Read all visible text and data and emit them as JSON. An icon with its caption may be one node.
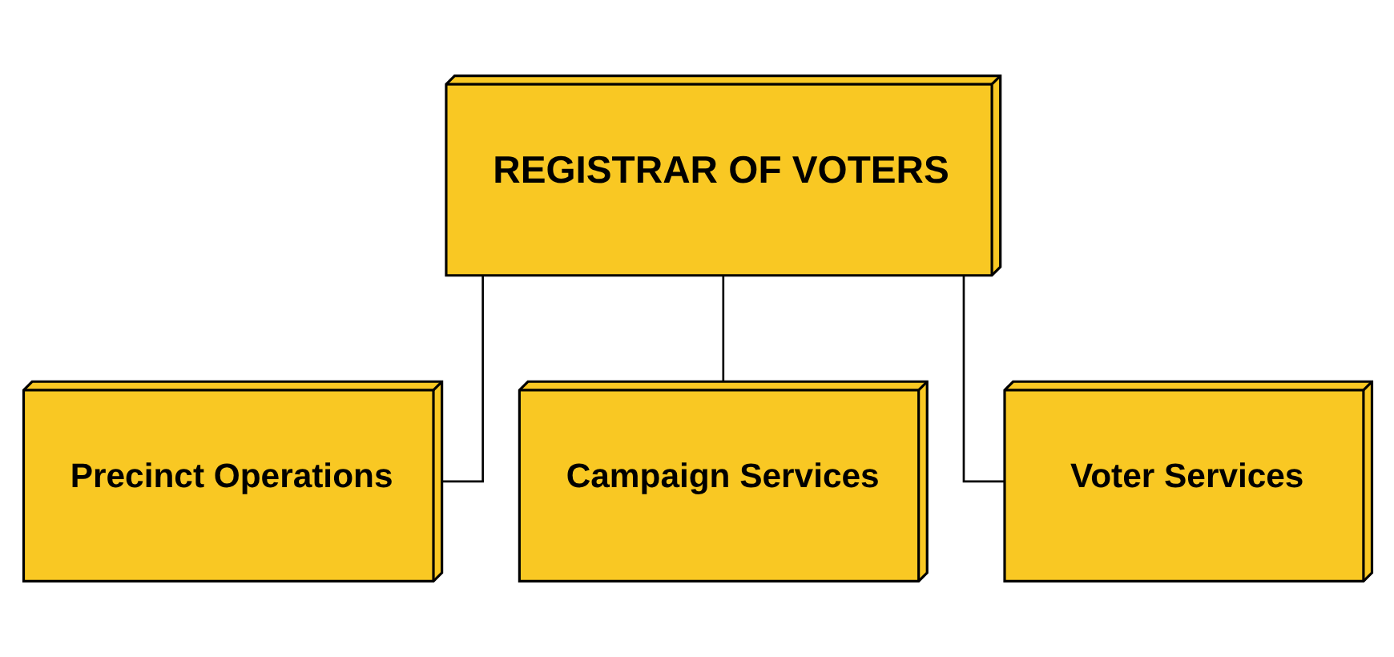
{
  "diagram": {
    "nodes": [
      {
        "text": [
          "REGISTRAR OF VOTERS"
        ]
      },
      {
        "text": [
          "Precinct Operations"
        ]
      },
      {
        "text": [
          "Campaign Services"
        ]
      },
      {
        "text": [
          "Voter Services"
        ]
      }
    ],
    "edges": [
      {
        "from": 0,
        "to": 1,
        "arrow": "none"
      },
      {
        "from": 0,
        "to": 2,
        "arrow": "none"
      },
      {
        "from": 0,
        "to": 3,
        "arrow": "none"
      }
    ]
  }
}
